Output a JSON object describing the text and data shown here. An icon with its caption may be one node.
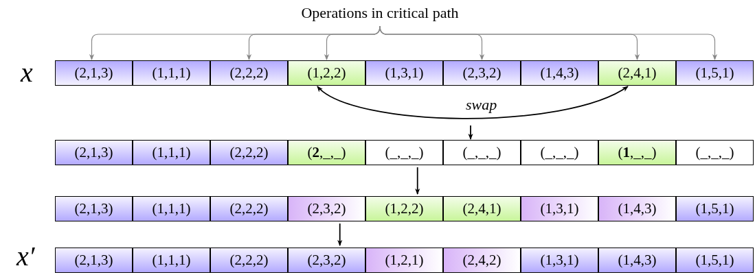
{
  "diagram": {
    "nodes": [
      {
        "text": [
          "Operations in critical path"
        ]
      },
      {
        "text": [
          "(2,1,3)"
        ]
      },
      {
        "text": [
          "(1,1,1)"
        ]
      },
      {
        "text": [
          "(2,2,2)"
        ]
      },
      {
        "text": [
          "(1,2,2)"
        ]
      },
      {
        "text": [
          "(1,3,1)"
        ]
      },
      {
        "text": [
          "(2,3,2)"
        ]
      },
      {
        "text": [
          "(1,4,3)"
        ]
      },
      {
        "text": [
          "(2,4,1)"
        ]
      },
      {
        "text": [
          "(1,5,1)"
        ]
      },
      {
        "text": [
          "(2,1,3)"
        ]
      },
      {
        "text": [
          "(1,1,1)"
        ]
      },
      {
        "text": [
          "(2,2,2)"
        ]
      },
      {
        "text": [
          "(**2**,_,_)"
        ]
      },
      {
        "text": [
          "(_,_,_)"
        ]
      },
      {
        "text": [
          "(_,_,_)"
        ]
      },
      {
        "text": [
          "(_,_,_)"
        ]
      },
      {
        "text": [
          "(**1**,_,_)"
        ]
      },
      {
        "text": [
          "(_,_,_)"
        ]
      },
      {
        "text": [
          "(2,1,3)"
        ]
      },
      {
        "text": [
          "(1,1,1)"
        ]
      },
      {
        "text": [
          "(2,2,2)"
        ]
      },
      {
        "text": [
          "(2,3,2)"
        ]
      },
      {
        "text": [
          "(1,2,2)"
        ]
      },
      {
        "text": [
          "(2,4,1)"
        ]
      },
      {
        "text": [
          "(1,3,1)"
        ]
      },
      {
        "text": [
          "(1,4,3)"
        ]
      },
      {
        "text": [
          "(1,5,1)"
        ]
      },
      {
        "text": [
          "(2,1,3)"
        ]
      },
      {
        "text": [
          "(1,1,1)"
        ]
      },
      {
        "text": [
          "(2,2,2)"
        ]
      },
      {
        "text": [
          "(2,3,2)"
        ]
      },
      {
        "text": [
          "(1,2,1)"
        ]
      },
      {
        "text": [
          "(2,4,2)"
        ]
      },
      {
        "text": [
          "(1,3,1)"
        ]
      },
      {
        "text": [
          "(1,4,3)"
        ]
      },
      {
        "text": [
          "(1,5,1)"
        ]
      }
    ],
    "edges": [
      {
        "from": 0,
        "to": 1,
        "arrow": "to"
      },
      {
        "from": 0,
        "to": 3,
        "arrow": "to"
      },
      {
        "from": 0,
        "to": 4,
        "arrow": "to"
      },
      {
        "from": 0,
        "to": 6,
        "arrow": "to"
      },
      {
        "from": 0,
        "to": 8,
        "arrow": "to"
      },
      {
        "from": 0,
        "to": 9,
        "arrow": "to"
      },
      {
        "from": 4,
        "to": 8,
        "arrow": "both",
        "label": "swap",
        "color": "#000000"
      },
      {
        "from": null,
        "to": 15,
        "arrow": "to",
        "color": "#000000"
      },
      {
        "from": 14,
        "to": 23,
        "arrow": "to",
        "color": "#000000"
      },
      {
        "from": 22,
        "to": 31,
        "arrow": "to",
        "color": "#000000"
      }
    ],
    "labels": [
      "x",
      "x′"
    ]
  }
}
